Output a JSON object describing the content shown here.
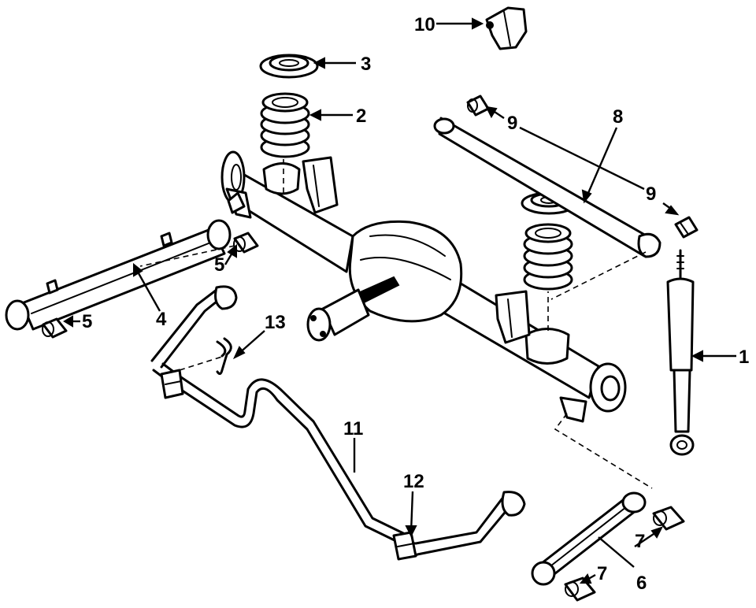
{
  "diagram": {
    "background": "#ffffff",
    "ink": "#000000",
    "callouts": [
      {
        "id": "1",
        "text": "1",
        "part": "shock-absorber"
      },
      {
        "id": "2",
        "text": "2",
        "part": "coil-spring"
      },
      {
        "id": "3",
        "text": "3",
        "part": "spring-insulator"
      },
      {
        "id": "4",
        "text": "4",
        "part": "lower-control-arm"
      },
      {
        "id": "5a",
        "text": "5",
        "part": "lower-arm-bushing"
      },
      {
        "id": "5b",
        "text": "5",
        "part": "lower-arm-bushing"
      },
      {
        "id": "6",
        "text": "6",
        "part": "upper-control-arm"
      },
      {
        "id": "7a",
        "text": "7",
        "part": "upper-arm-bushing"
      },
      {
        "id": "7b",
        "text": "7",
        "part": "upper-arm-bushing"
      },
      {
        "id": "8",
        "text": "8",
        "part": "lateral-rod"
      },
      {
        "id": "9a",
        "text": "9",
        "part": "lateral-rod-bushing"
      },
      {
        "id": "9b",
        "text": "9",
        "part": "lateral-rod-bushing"
      },
      {
        "id": "10",
        "text": "10",
        "part": "bracket"
      },
      {
        "id": "11",
        "text": "11",
        "part": "stabilizer-bar"
      },
      {
        "id": "12",
        "text": "12",
        "part": "stabilizer-bushing"
      },
      {
        "id": "13",
        "text": "13",
        "part": "bushing-clamp"
      }
    ]
  }
}
